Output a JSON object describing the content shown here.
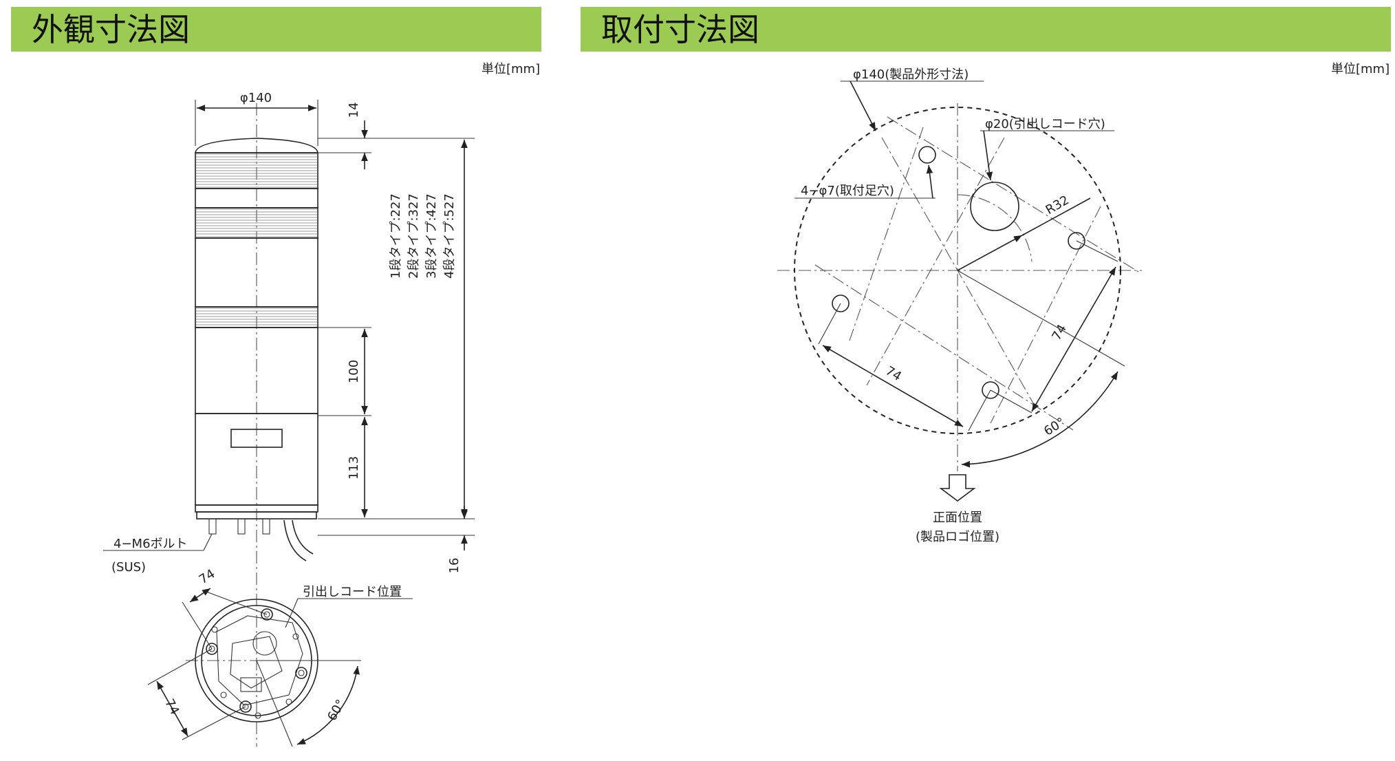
{
  "headers": {
    "left_title": "外観寸法図",
    "right_title": "取付寸法図"
  },
  "units": {
    "left": "単位[mm]",
    "right": "単位[mm]"
  },
  "left_drawing": {
    "top_width": "φ140",
    "cap_height": "14",
    "tier_height": "100",
    "base_height": "113",
    "bottom_height": "16",
    "total_types": [
      "1段タイプ:227",
      "2段タイプ:327",
      "3段タイプ:427",
      "4段タイプ:527"
    ],
    "bolt_label": "4−M6ボルト",
    "bolt_material": "(SUS)",
    "cord_position": "引出しコード位置",
    "bottom_dim_1": "74",
    "bottom_dim_2": "74",
    "bottom_angle": "60°"
  },
  "right_drawing": {
    "product_outline": "φ140(製品外形寸法)",
    "cord_hole": "φ20(引出しコード穴)",
    "mount_holes": "4−φ7(取付足穴)",
    "radius": "R32",
    "dim_1": "74",
    "dim_2": "74",
    "angle": "60°",
    "front_position": "正面位置",
    "logo_position": "(製品ロゴ位置)"
  },
  "colors": {
    "header_green": "#9bcb52",
    "line": "#222222"
  }
}
